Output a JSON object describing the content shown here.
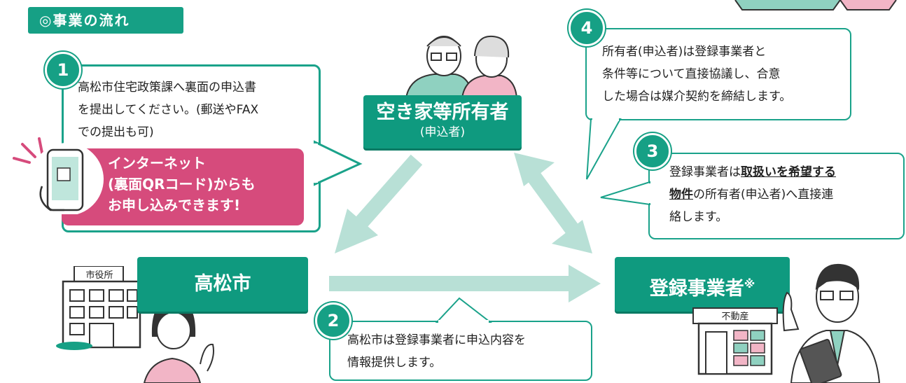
{
  "header": {
    "title": "◎事業の流れ"
  },
  "nodes": {
    "owner": {
      "title": "空き家等所有者",
      "subtitle": "(申込者)"
    },
    "city": {
      "title": "高松市",
      "building_sign": "市役所"
    },
    "operator": {
      "title": "登録事業者",
      "mark": "※",
      "shop_sign": "不動産"
    }
  },
  "steps": [
    {
      "number": "1",
      "text_line1": "高松市住宅政策課へ裏面の申込書",
      "text_line2": "を提出してください。(郵送やFAX",
      "text_line3": "での提出も可)"
    },
    {
      "number": "2",
      "text_line1": "高松市は登録事業者に申込内容を",
      "text_line2": "情報提供します。"
    },
    {
      "number": "3",
      "text_prefix": "登録事業者は",
      "text_emph1": "取扱いを希望する",
      "text_emph2": "物件",
      "text_mid": "の所有者(申込者)へ直接連",
      "text_line3": "絡します。"
    },
    {
      "number": "4",
      "text_line1": "所有者(申込者)は登録事業者と",
      "text_line2": "条件等について直接協議し、合意",
      "text_line3": "した場合は媒介契約を締結します。"
    }
  ],
  "online_banner": {
    "line1": "インターネット",
    "line2_bold": "(裏面QRコード)",
    "line2_rest": "からも",
    "line3": "お申し込みできます!"
  },
  "colors": {
    "accent": "#16a085",
    "arrow": "#b8e0d6",
    "pink": "#d64b7c"
  }
}
